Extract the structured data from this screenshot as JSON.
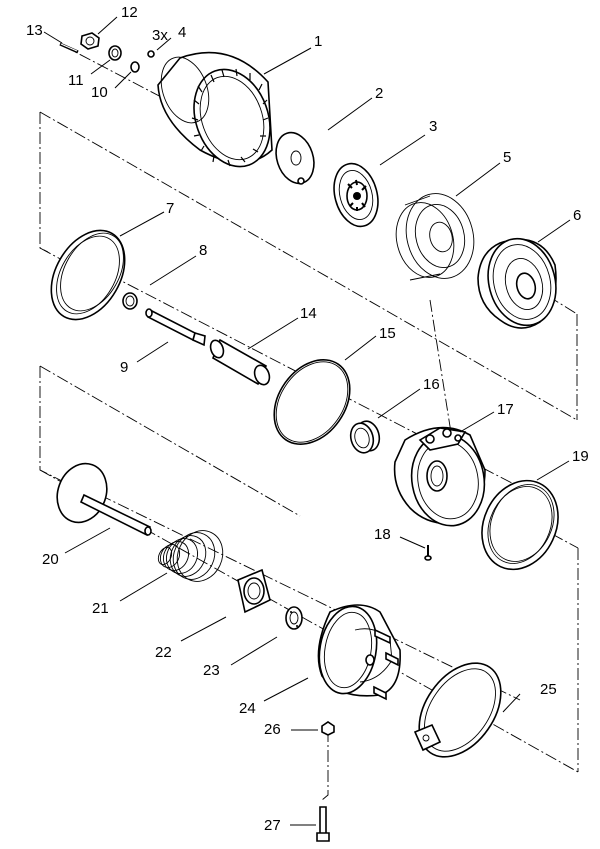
{
  "diagram": {
    "callouts": {
      "p1": "1",
      "p2": "2",
      "p3": "3",
      "p4": "4",
      "p4qty": "3x",
      "p5": "5",
      "p6": "6",
      "p7": "7",
      "p8": "8",
      "p9": "9",
      "p10": "10",
      "p11": "11",
      "p12": "12",
      "p13": "13",
      "p14": "14",
      "p15": "15",
      "p16": "16",
      "p17": "17",
      "p18": "18",
      "p19": "19",
      "p20": "20",
      "p21": "21",
      "p22": "22",
      "p23": "23",
      "p24": "24",
      "p25": "25",
      "p26": "26",
      "p27": "27"
    }
  }
}
